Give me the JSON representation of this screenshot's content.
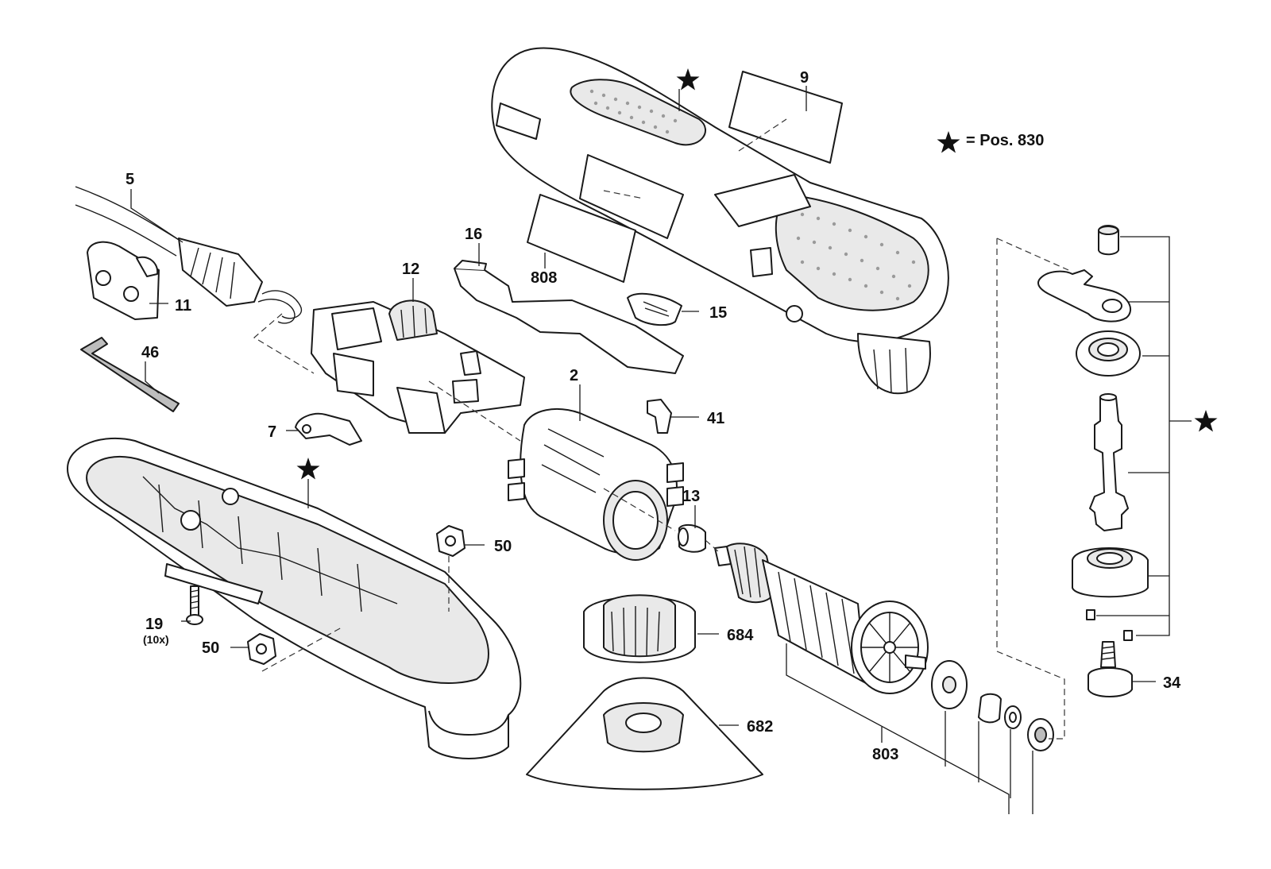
{
  "legend": {
    "text": "= Pos. 830"
  },
  "labels": {
    "p2": "2",
    "p5": "5",
    "p7": "7",
    "p9": "9",
    "p11": "11",
    "p12": "12",
    "p13": "13",
    "p15": "15",
    "p16": "16",
    "p19": "19",
    "p19_qty": "(10x)",
    "p34": "34",
    "p41": "41",
    "p46": "46",
    "p50a": "50",
    "p50b": "50",
    "p682": "682",
    "p684": "684",
    "p803": "803",
    "p808": "808"
  },
  "icons": {
    "star": "star-icon"
  }
}
